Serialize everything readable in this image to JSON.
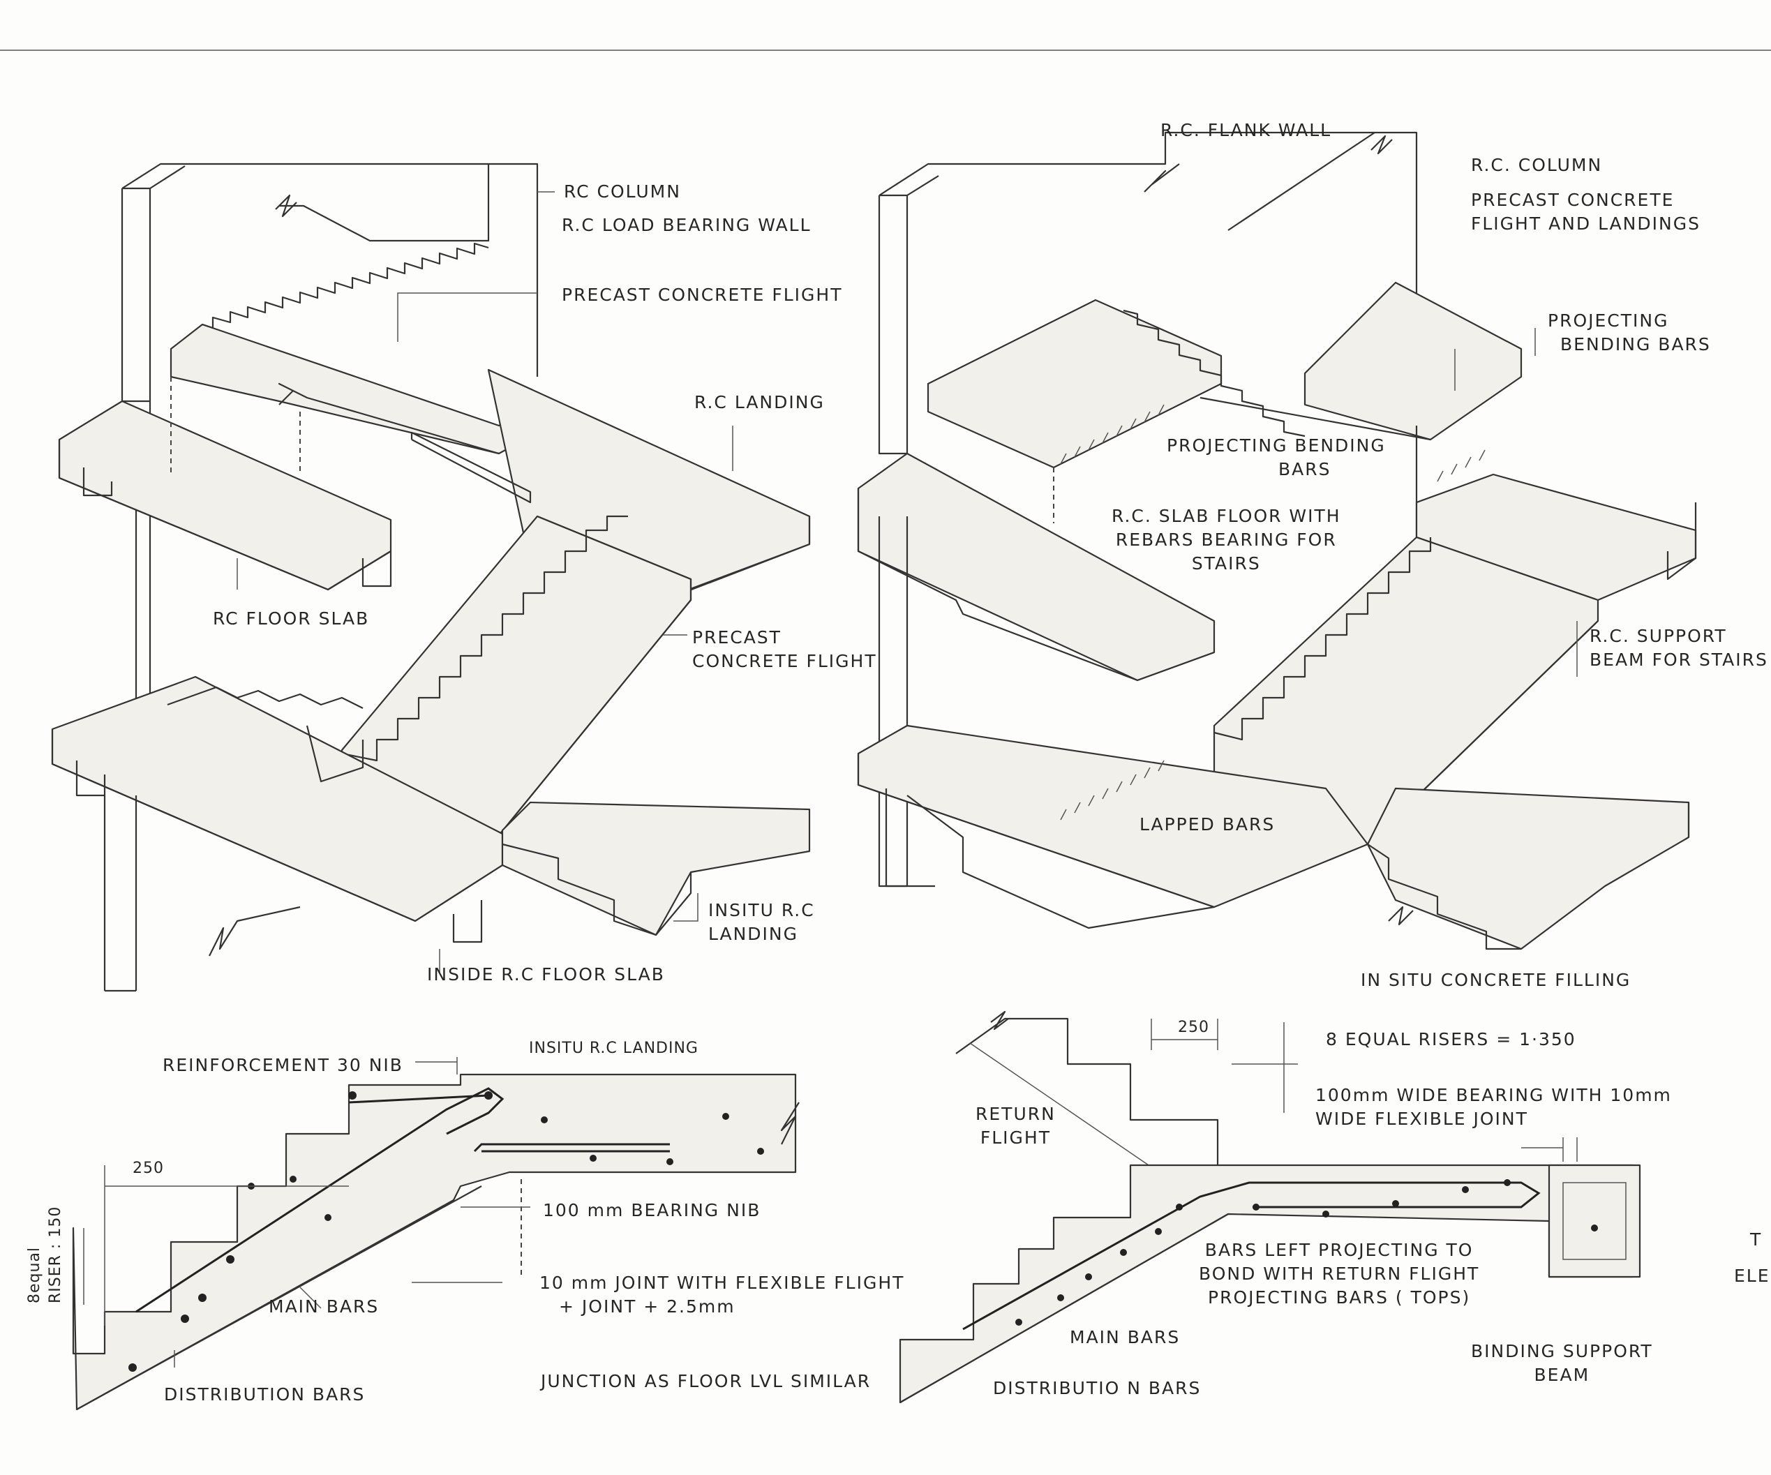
{
  "labels": {
    "rc_column_1": "RC COLUMN",
    "rc_load_bearing_wall": "R.C LOAD BEARING WALL",
    "precast_flight_top": "PRECAST  CONCRETE FLIGHT",
    "rc_landing": "R.C LANDING",
    "rc_floor_slab": "RC FLOOR SLAB",
    "precast_flight_mid": [
      "PRECAST",
      "CONCRETE FLIGHT"
    ],
    "insitu_rc_landing": [
      "INSITU R.C",
      "LANDING"
    ],
    "inside_rc_floor_slab": "INSIDE  R.C FLOOR SLAB",
    "rc_flank_wall": "R.C. FLANK WALL",
    "rc_column_2": "R.C. COLUMN",
    "precast_flight_landings": [
      "PRECAST CONCRETE",
      "FLIGHT AND LANDINGS"
    ],
    "projecting_bending_bars_right": [
      "PROJECTING",
      "BENDING BARS"
    ],
    "projecting_bending_bars_center": [
      "PROJECTING BENDING",
      "BARS"
    ],
    "rc_slab_floor": [
      "R.C. SLAB FLOOR WITH",
      "REBARS BEARING FOR",
      "STAIRS"
    ],
    "rc_support_beam": [
      "R.C. SUPPORT",
      "BEAM FOR STAIRS"
    ],
    "lapped_bars": "LAPPED BARS",
    "insitu_concrete_filling": "IN SITU CONCRETE  FILLING",
    "reinforcement_nib": "REINFORCEMENT 30 NIB",
    "insitu_rc_landing_section": "INSITU R.C LANDING",
    "dim_250_left": "250",
    "riser_left": [
      "8equal",
      "RISER : 150"
    ],
    "bearing_nib": "100 mm  BEARING NIB",
    "joint_note": [
      "10 mm JOINT WITH FLEXIBLE FLIGHT",
      "+ JOINT   + 2.5mm"
    ],
    "main_bars_left": "MAIN BARS",
    "distribution_bars_left": "DISTRIBUTION  BARS",
    "junction_note": "JUNCTION AS FLOOR LVL SIMILAR",
    "dim_250_right": "250",
    "equal_risers": "8 EQUAL  RISERS = 1·350",
    "bearing_note": [
      "100mm WIDE BEARING WITH 10mm",
      "WIDE FLEXIBLE  JOINT"
    ],
    "return_flight": [
      "RETURN",
      "FLIGHT"
    ],
    "bars_left_projecting": [
      "BARS LEFT PROJECTING TO",
      "BOND WITH RETURN  FLIGHT",
      "PROJECTING  BARS ( TOPS)"
    ],
    "main_bars_right": "MAIN BARS",
    "distribution_bars_right": "DISTRIBUTIO N  BARS",
    "binding_support_beam": [
      "BINDING SUPPORT",
      "BEAM"
    ],
    "edge_fragment_1": "T",
    "edge_fragment_2": "ELE"
  }
}
